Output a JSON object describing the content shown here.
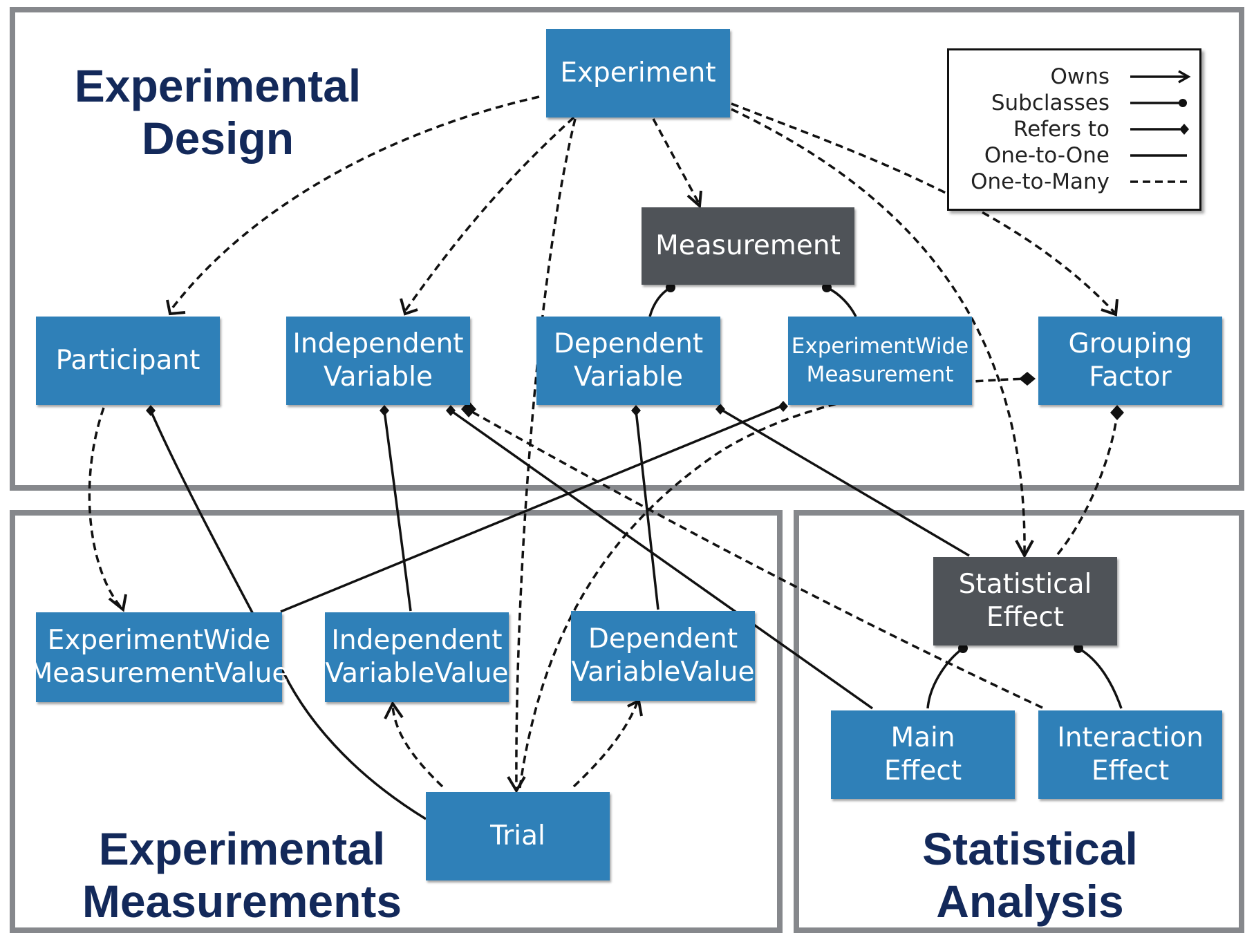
{
  "regions": {
    "experimental_design": "Experimental\nDesign",
    "experimental_measurements": "Experimental\nMeasurements",
    "statistical_analysis": "Statistical\nAnalysis"
  },
  "nodes": {
    "experiment": "Experiment",
    "measurement": "Measurement",
    "participant": "Participant",
    "independent_variable": "Independent\nVariable",
    "dependent_variable": "Dependent\nVariable",
    "experiment_wide_measurement": "ExperimentWide\nMeasurement",
    "grouping_factor": "Grouping\nFactor",
    "experiment_wide_measurement_value": "ExperimentWide\nMeasurementValue",
    "independent_variable_value": "Independent\nVariableValue",
    "dependent_variable_value": "Dependent\nVariableValue",
    "trial": "Trial",
    "statistical_effect": "Statistical\nEffect",
    "main_effect": "Main\nEffect",
    "interaction_effect": "Interaction\nEffect"
  },
  "legend": {
    "owns": "Owns",
    "subclasses": "Subclasses",
    "refers_to": "Refers to",
    "one_to_one": "One-to-One",
    "one_to_many": "One-to-Many"
  },
  "colors": {
    "node_fill": "#2f80b8",
    "abstract_node_fill": "#4f5358",
    "region_border": "#86888c",
    "title_text": "#13295a",
    "link": "#111111"
  },
  "links": [
    {
      "from": "experiment",
      "to": "participant",
      "kind": "owns",
      "multiplicity": "one-to-many"
    },
    {
      "from": "experiment",
      "to": "independent_variable",
      "kind": "owns",
      "multiplicity": "one-to-many"
    },
    {
      "from": "experiment",
      "to": "trial",
      "kind": "owns",
      "multiplicity": "one-to-many"
    },
    {
      "from": "experiment",
      "to": "measurement",
      "kind": "owns",
      "multiplicity": "one-to-many"
    },
    {
      "from": "experiment",
      "to": "grouping_factor",
      "kind": "owns",
      "multiplicity": "one-to-many"
    },
    {
      "from": "experiment",
      "to": "statistical_effect",
      "kind": "owns",
      "multiplicity": "one-to-many"
    },
    {
      "from": "dependent_variable",
      "to": "measurement",
      "kind": "subclasses",
      "multiplicity": "one-to-one"
    },
    {
      "from": "experiment_wide_measurement",
      "to": "measurement",
      "kind": "subclasses",
      "multiplicity": "one-to-one"
    },
    {
      "from": "main_effect",
      "to": "statistical_effect",
      "kind": "subclasses",
      "multiplicity": "one-to-one"
    },
    {
      "from": "interaction_effect",
      "to": "statistical_effect",
      "kind": "subclasses",
      "multiplicity": "one-to-one"
    },
    {
      "from": "participant",
      "to": "experiment_wide_measurement_value",
      "kind": "owns",
      "multiplicity": "one-to-many"
    },
    {
      "from": "trial",
      "to": "independent_variable_value",
      "kind": "owns",
      "multiplicity": "one-to-many"
    },
    {
      "from": "trial",
      "to": "dependent_variable_value",
      "kind": "owns",
      "multiplicity": "one-to-many"
    },
    {
      "from": "trial",
      "to": "participant",
      "kind": "refers_to",
      "multiplicity": "one-to-one"
    },
    {
      "from": "independent_variable_value",
      "to": "independent_variable",
      "kind": "refers_to",
      "multiplicity": "one-to-one"
    },
    {
      "from": "dependent_variable_value",
      "to": "dependent_variable",
      "kind": "refers_to",
      "multiplicity": "one-to-one"
    },
    {
      "from": "experiment_wide_measurement_value",
      "to": "experiment_wide_measurement",
      "kind": "refers_to",
      "multiplicity": "one-to-one"
    },
    {
      "from": "main_effect",
      "to": "independent_variable",
      "kind": "refers_to",
      "multiplicity": "one-to-one"
    },
    {
      "from": "statistical_effect",
      "to": "dependent_variable",
      "kind": "refers_to",
      "multiplicity": "one-to-one"
    },
    {
      "from": "interaction_effect",
      "to": "independent_variable",
      "kind": "refers_to",
      "multiplicity": "one-to-many"
    },
    {
      "from": "trial",
      "to": "grouping_factor",
      "kind": "refers_to",
      "multiplicity": "one-to-many"
    },
    {
      "from": "statistical_effect",
      "to": "grouping_factor",
      "kind": "refers_to",
      "multiplicity": "one-to-many"
    }
  ]
}
